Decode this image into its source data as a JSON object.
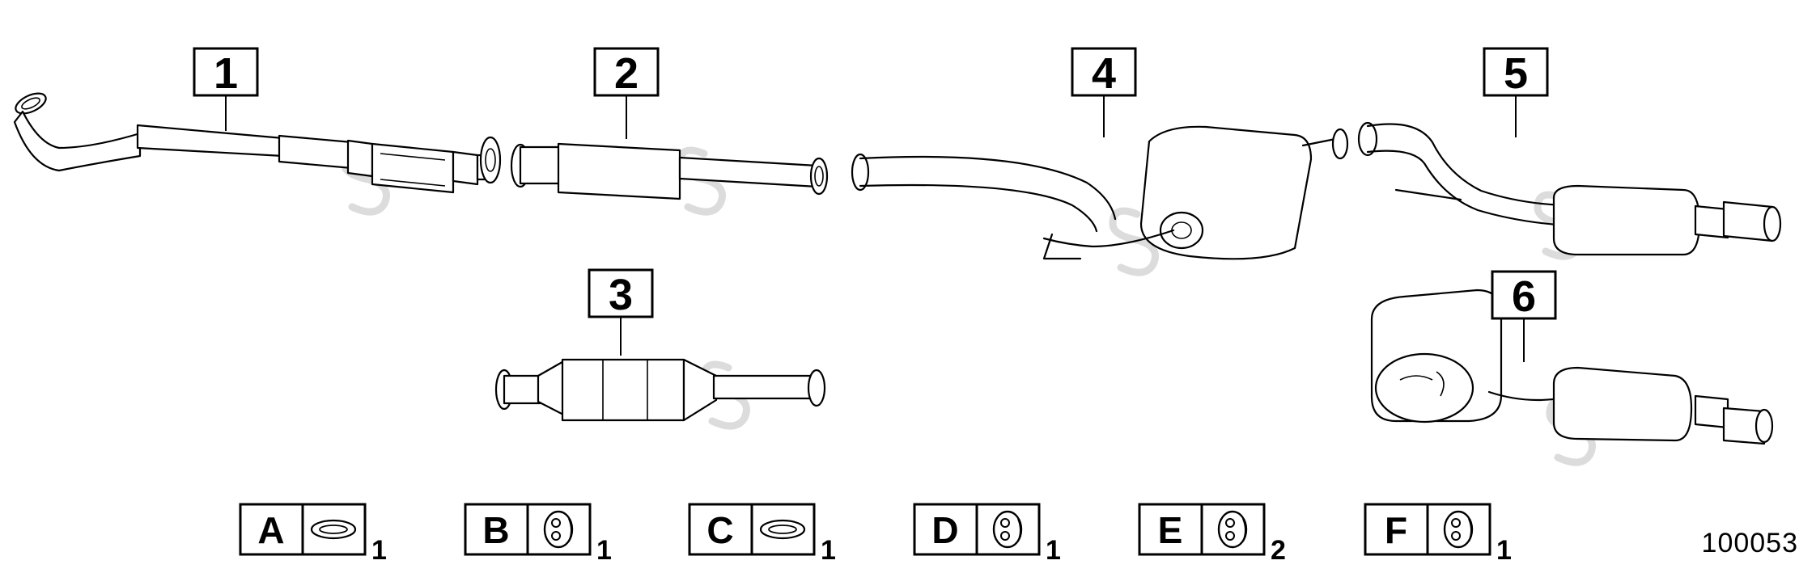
{
  "diagram": {
    "callouts": [
      {
        "label": "1"
      },
      {
        "label": "2"
      },
      {
        "label": "3"
      },
      {
        "label": "4"
      },
      {
        "label": "5"
      },
      {
        "label": "6"
      }
    ],
    "kits": [
      {
        "letter": "A",
        "icon": "gasket-ring-icon",
        "qty": "1"
      },
      {
        "letter": "B",
        "icon": "rubber-hanger-icon",
        "qty": "1"
      },
      {
        "letter": "C",
        "icon": "gasket-ring-icon",
        "qty": "1"
      },
      {
        "letter": "D",
        "icon": "rubber-hanger-icon",
        "qty": "1"
      },
      {
        "letter": "E",
        "icon": "rubber-hanger-icon",
        "qty": "2"
      },
      {
        "letter": "F",
        "icon": "rubber-hanger-icon",
        "qty": "1"
      }
    ],
    "reference_number": "100053"
  }
}
